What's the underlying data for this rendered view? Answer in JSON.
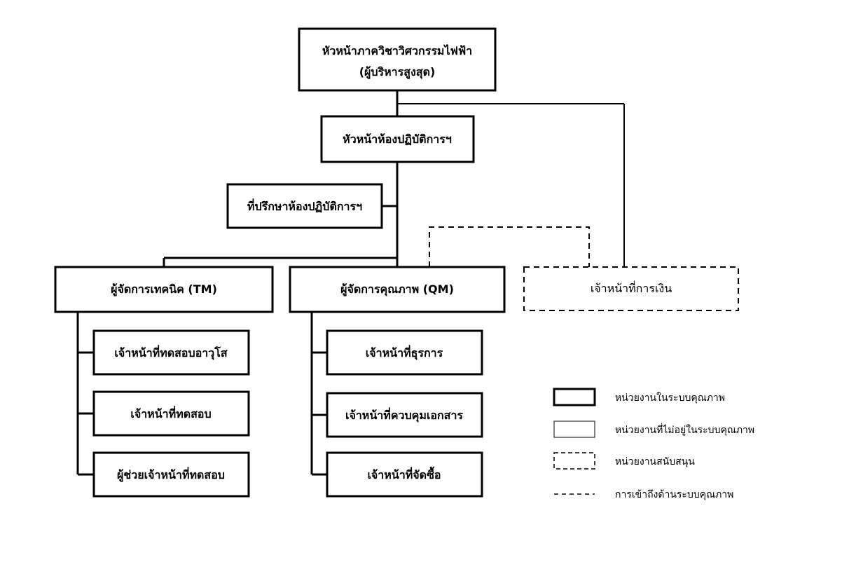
{
  "org_chart": {
    "head": {
      "line1": "หัวหน้าภาควิชาวิศวกรรมไฟฟ้า",
      "line2": "(ผู้บริหารสูงสุด)"
    },
    "lab_head": "หัวหน้าห้องปฏิบัติการฯ",
    "lab_advisor": "ที่ปรึกษาห้องปฏิบัติการฯ",
    "technical_manager": "ผู้จัดการเทคนิค (TM)",
    "quality_manager": "ผู้จัดการคุณภาพ (QM)",
    "finance_officer": "เจ้าหน้าที่การเงิน",
    "tm_staff": [
      "เจ้าหน้าที่ทดสอบอาวุโส",
      "เจ้าหน้าที่ทดสอบ",
      "ผู้ช่วยเจ้าหน้าที่ทดสอบ"
    ],
    "qm_staff": [
      "เจ้าหน้าที่ธุรการ",
      "เจ้าหน้าที่ควบคุมเอกสาร",
      "เจ้าหน้าที่จัดซื้อ"
    ]
  },
  "legend": {
    "quality_unit": "หน่วยงานในระบบคุณภาพ",
    "non_quality_unit": "หน่วยงานที่ไม่อยู่ในระบบคุณภาพ",
    "support_unit": "หน่วยงานสนับสนุน",
    "quality_access": "การเข้าถึงด้านระบบคุณภาพ"
  }
}
